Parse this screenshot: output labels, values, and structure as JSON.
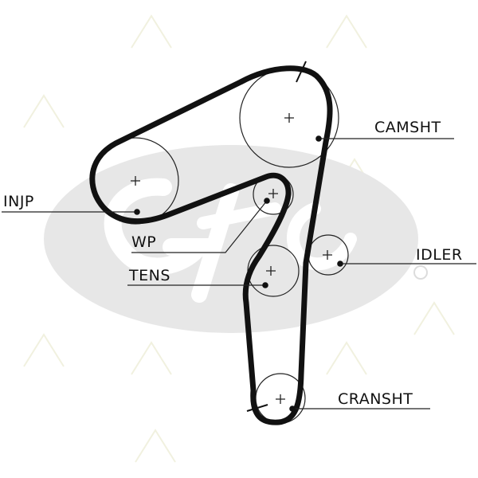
{
  "labels": {
    "camshaft": "CAMSHT",
    "injection_pump": "INJP",
    "water_pump": "WP",
    "tensioner": "TENS",
    "idler": "IDLER",
    "crankshaft": "CRANSHT"
  },
  "colors": {
    "belt": "#111111",
    "pulley": "#222222",
    "background_logo": "#e6e6e6",
    "watermark_pattern": "#f3f3e6"
  },
  "icons": {
    "logo": "gates-logo-watermark",
    "pattern": "triangle-pattern-watermark"
  }
}
